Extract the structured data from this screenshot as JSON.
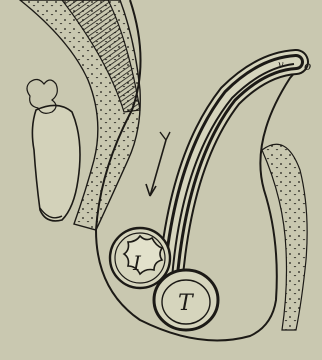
{
  "figure": {
    "background": "#c9c8b0",
    "ink": "#1c1a16",
    "tissue_fill": "#d6d5bd",
    "labels": {
      "intestine_cross_section": "I",
      "testis": "T",
      "top_small": "v",
      "top_circle": "o"
    }
  }
}
